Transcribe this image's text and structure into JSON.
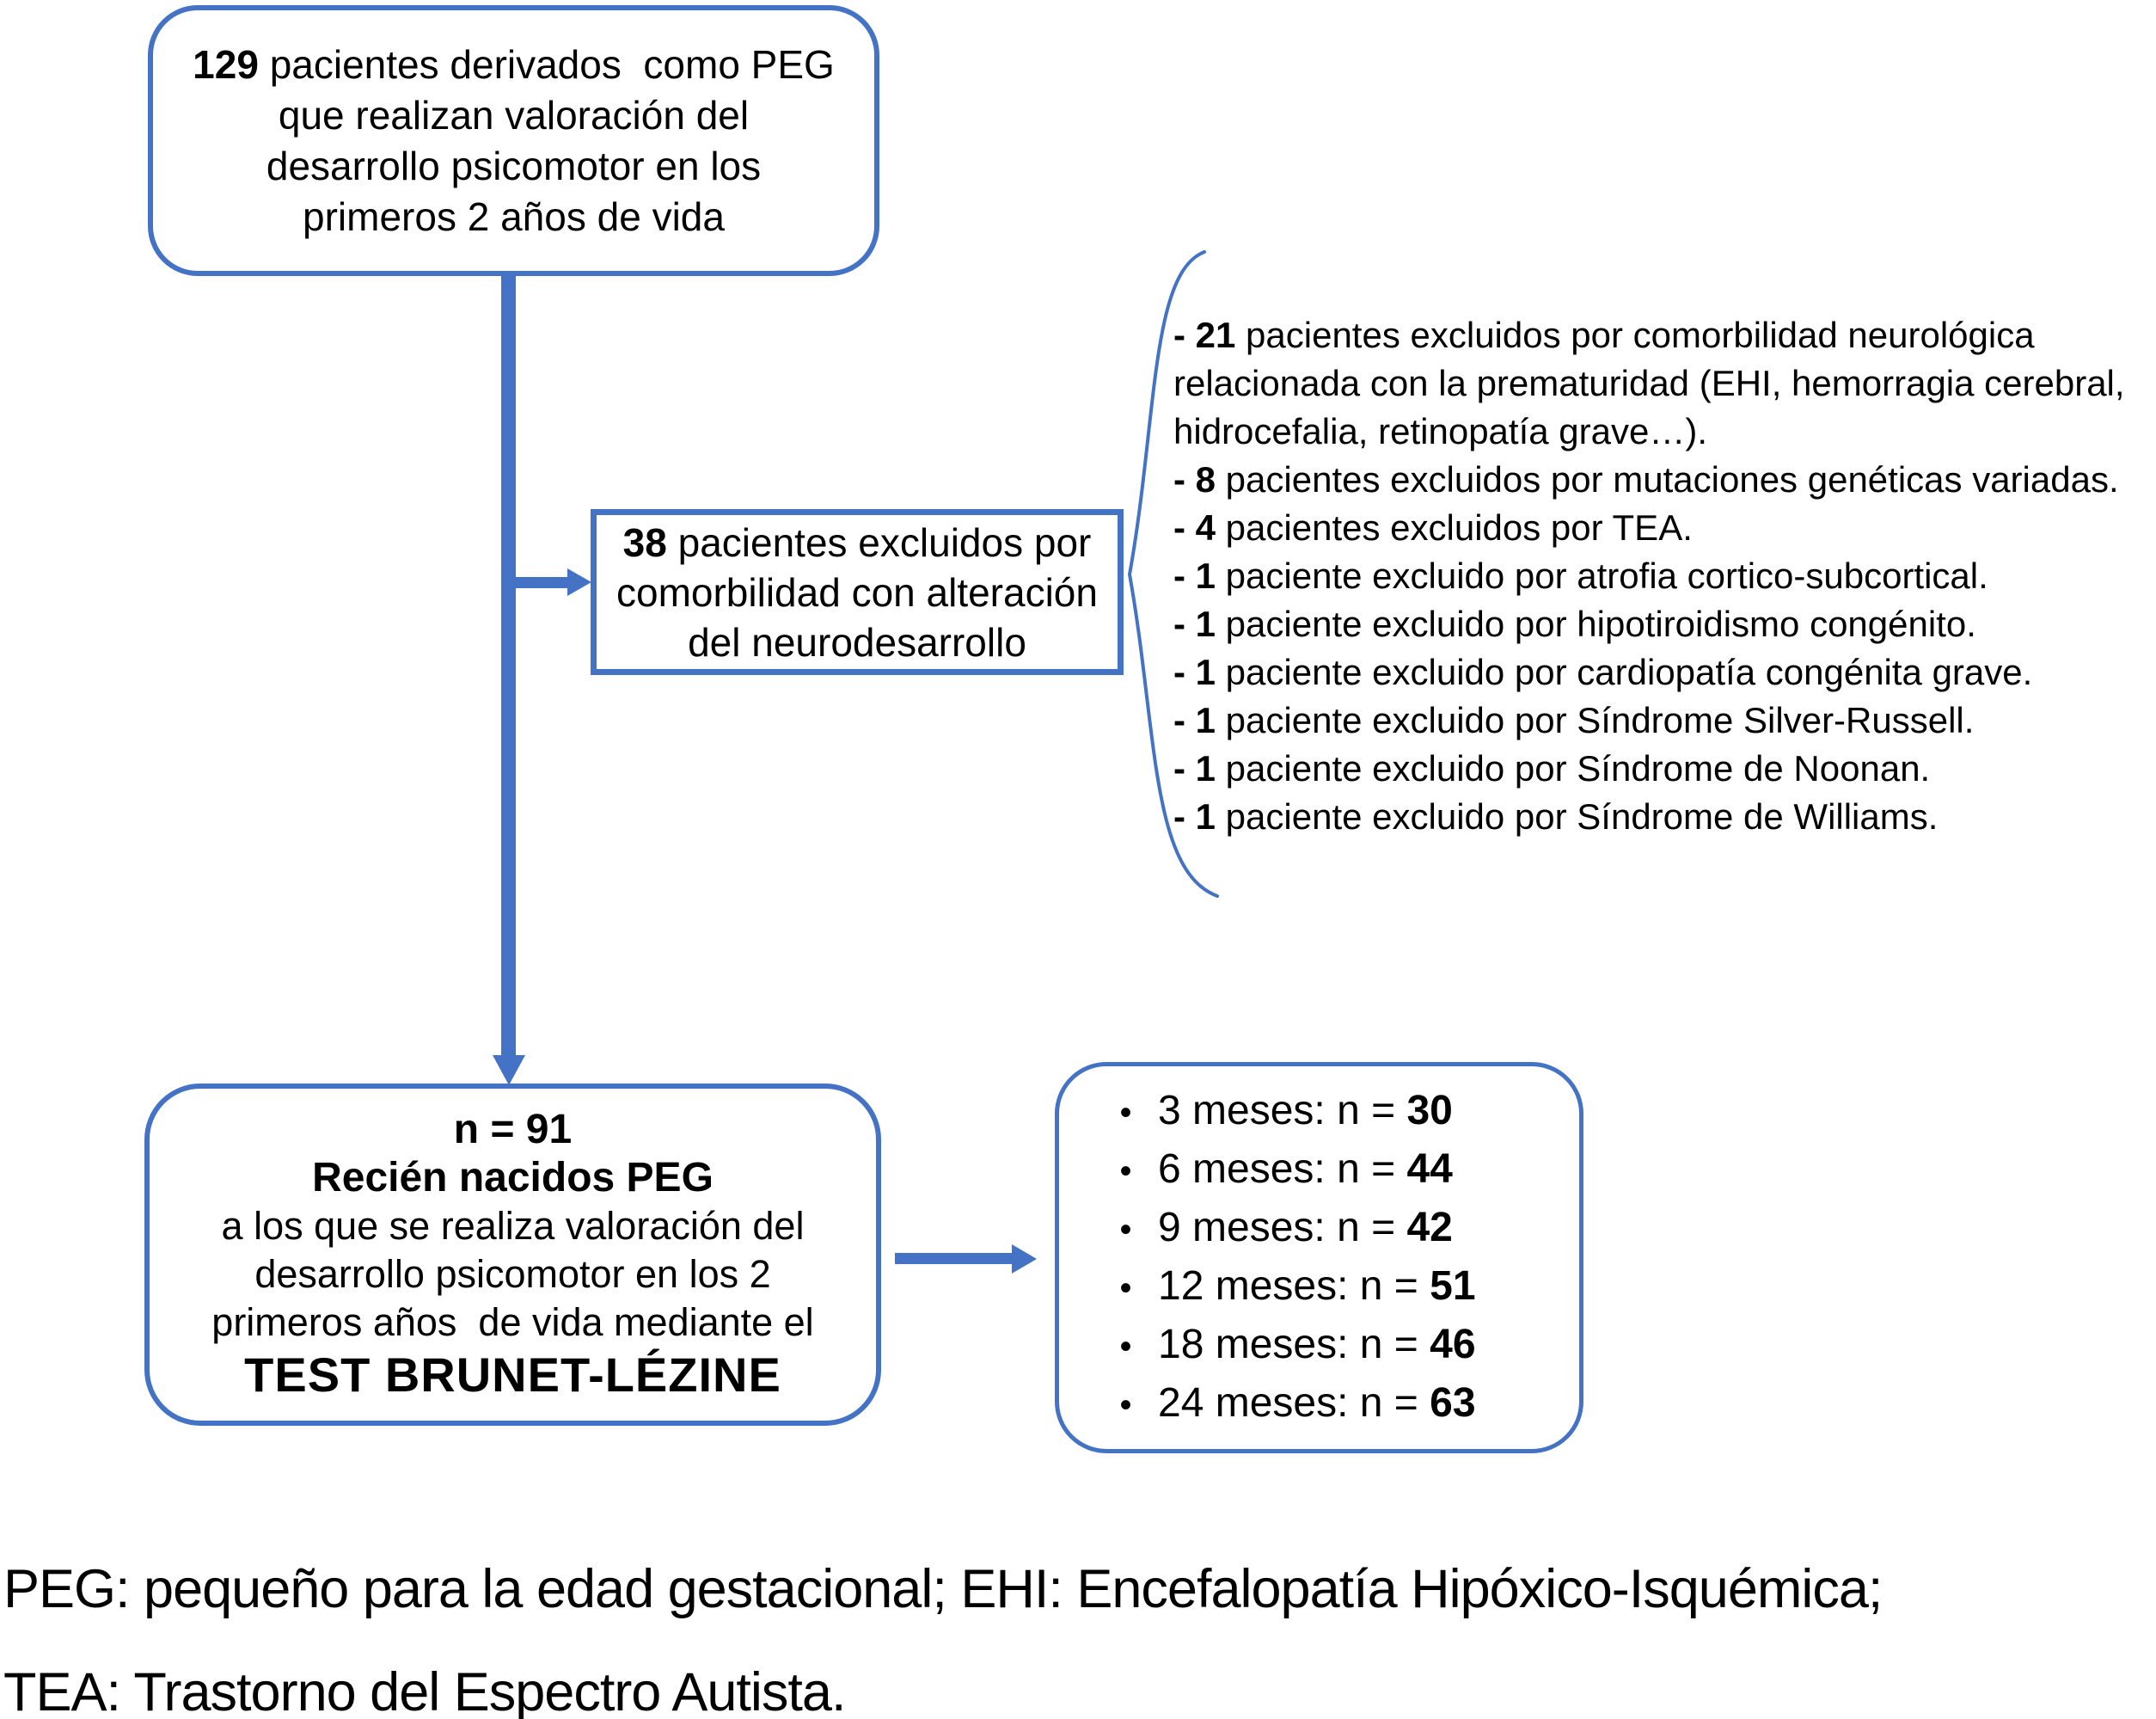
{
  "colors": {
    "accent": "#4472C4",
    "text": "#000000",
    "background": "#FFFFFF"
  },
  "top_box": {
    "bold": "129",
    "line1": " pacientes derivados  como PEG",
    "line2": "que realizan valoración del",
    "line3": "desarrollo psicomotor en los",
    "line4": "primeros 2 años de vida"
  },
  "mid_box": {
    "bold": "38",
    "line1": " pacientes excluidos por",
    "line2": "comorbilidad con alteración",
    "line3": "del neurodesarrollo"
  },
  "exclusions": [
    {
      "bold": "- 21",
      "text": " pacientes excluidos por comorbilidad neurológica relacionada con la prematuridad (EHI, hemorragia cerebral, hidrocefalia, retinopatía grave…)."
    },
    {
      "bold": "- 8",
      "text": " pacientes excluidos por mutaciones genéticas variadas."
    },
    {
      "bold": "- 4",
      "text": " pacientes excluidos por TEA."
    },
    {
      "bold": "- 1",
      "text": " paciente excluido por atrofia cortico-subcortical."
    },
    {
      "bold": "- 1",
      "text": " paciente excluido por hipotiroidismo congénito."
    },
    {
      "bold": "- 1",
      "text": " paciente excluido por cardiopatía congénita grave."
    },
    {
      "bold": "- 1",
      "text": " paciente excluido por Síndrome Silver-Russell."
    },
    {
      "bold": "- 1",
      "text": " paciente excluido por Síndrome de Noonan."
    },
    {
      "bold": "- 1",
      "text": " paciente excluido por Síndrome de Williams."
    }
  ],
  "result_box": {
    "n_line": "n = 91",
    "title": "Recién nacidos PEG",
    "body1": "a los que se realiza valoración del",
    "body2": "desarrollo psicomotor en los 2",
    "body3": "primeros años  de vida mediante el",
    "test": "TEST BRUNET-LÉZINE"
  },
  "timepoints": {
    "bullet_char": "•",
    "items": [
      {
        "label": "3 meses: n = ",
        "n": "30"
      },
      {
        "label": "6 meses: n = ",
        "n": "44"
      },
      {
        "label": "9 meses: n = ",
        "n": "42"
      },
      {
        "label": "12 meses: n = ",
        "n": "51"
      },
      {
        "label": "18 meses: n = ",
        "n": "46"
      },
      {
        "label": "24 meses: n = ",
        "n": "63"
      }
    ]
  },
  "footer": {
    "line1": "PEG: pequeño para la edad gestacional; EHI: Encefalopatía Hipóxico-Isquémica;",
    "line2": "TEA: Trastorno del Espectro Autista."
  }
}
